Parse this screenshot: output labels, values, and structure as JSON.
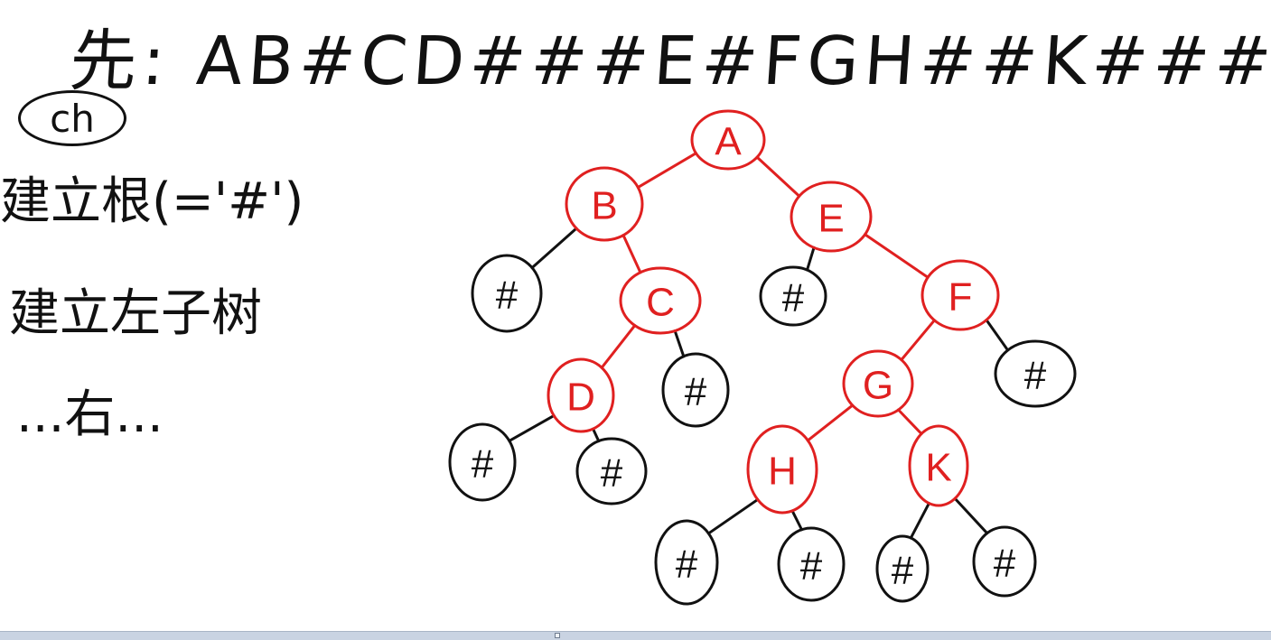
{
  "header": {
    "preorder_text": "先: AB#CD###E#FGH##K###"
  },
  "left_notes": {
    "ch_label": "ch",
    "line1": "建立根(='#')",
    "line2": "建立左子树",
    "line3": "...右..."
  },
  "tree": {
    "nodes": [
      {
        "id": "A",
        "label": "A",
        "kind": "node"
      },
      {
        "id": "B",
        "label": "B",
        "kind": "node"
      },
      {
        "id": "E",
        "label": "E",
        "kind": "node"
      },
      {
        "id": "C",
        "label": "C",
        "kind": "node"
      },
      {
        "id": "F",
        "label": "F",
        "kind": "node"
      },
      {
        "id": "D",
        "label": "D",
        "kind": "node"
      },
      {
        "id": "G",
        "label": "G",
        "kind": "node"
      },
      {
        "id": "H",
        "label": "H",
        "kind": "node"
      },
      {
        "id": "K",
        "label": "K",
        "kind": "node"
      }
    ],
    "null_label": "#",
    "edge_colors": {
      "node": "#e02020",
      "null": "#111111"
    }
  },
  "colors": {
    "node_red": "#e02020",
    "null_black": "#111111",
    "bottom_bar": "#c9d3e2"
  }
}
